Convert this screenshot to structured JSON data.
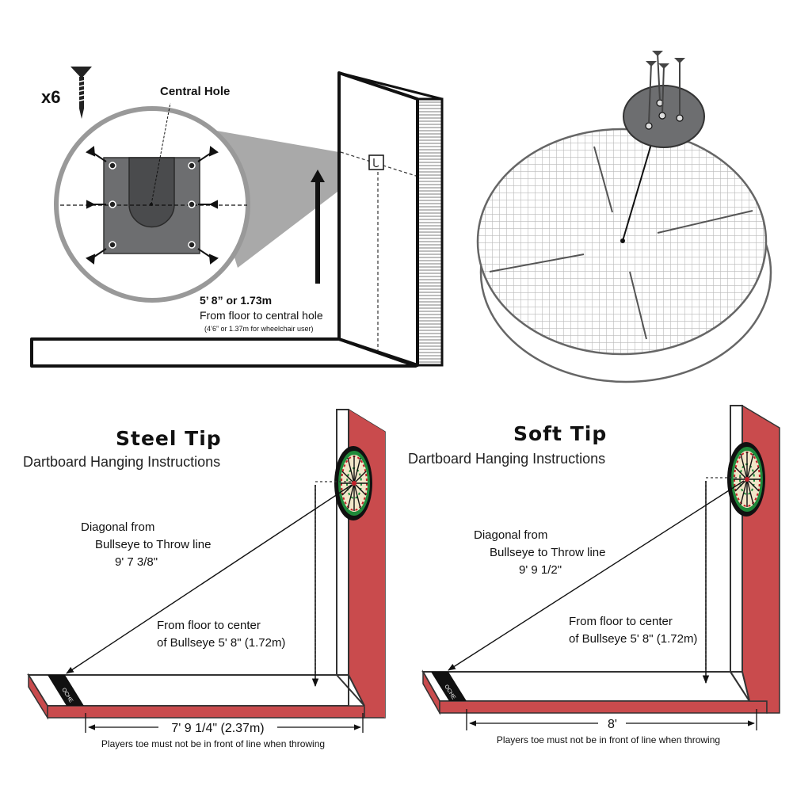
{
  "top_left": {
    "screw_count": "x6",
    "central_hole_label": "Central Hole",
    "height_label": "5’ 8” or 1.73m",
    "height_desc": "From floor to central hole",
    "wheelchair_note": "(4’6” or 1.37m for wheelchair user)"
  },
  "steel_tip": {
    "title": "Steel Tip",
    "subtitle": "Dartboard Hanging Instructions",
    "diagonal_line1": "Diagonal from",
    "diagonal_line2": "Bullseye to Throw line",
    "diagonal_value": "9' 7 3/8\"",
    "height_line1": "From floor to center",
    "height_line2": "of Bullseye  5' 8\" (1.72m)",
    "distance": "7' 9 1/4\" (2.37m)",
    "toe_note": "Players toe must not be in front of line when throwing",
    "oche_text": "OCHE"
  },
  "soft_tip": {
    "title": "Soft Tip",
    "subtitle": "Dartboard Hanging Instructions",
    "diagonal_line1": "Diagonal from",
    "diagonal_line2": "Bullseye to Throw line",
    "diagonal_value": "9' 9 1/2\"",
    "height_line1": "From floor to center",
    "height_line2": "of Bullseye  5' 8\" (1.72m)",
    "distance": "8'",
    "toe_note": "Players toe must not be in front of line when throwing",
    "oche_text": "OCHE"
  },
  "colors": {
    "wall_red": "#c94b4d",
    "plate_gray": "#6d6e70",
    "board_green": "#1f8a3a",
    "board_red": "#c4202a"
  }
}
